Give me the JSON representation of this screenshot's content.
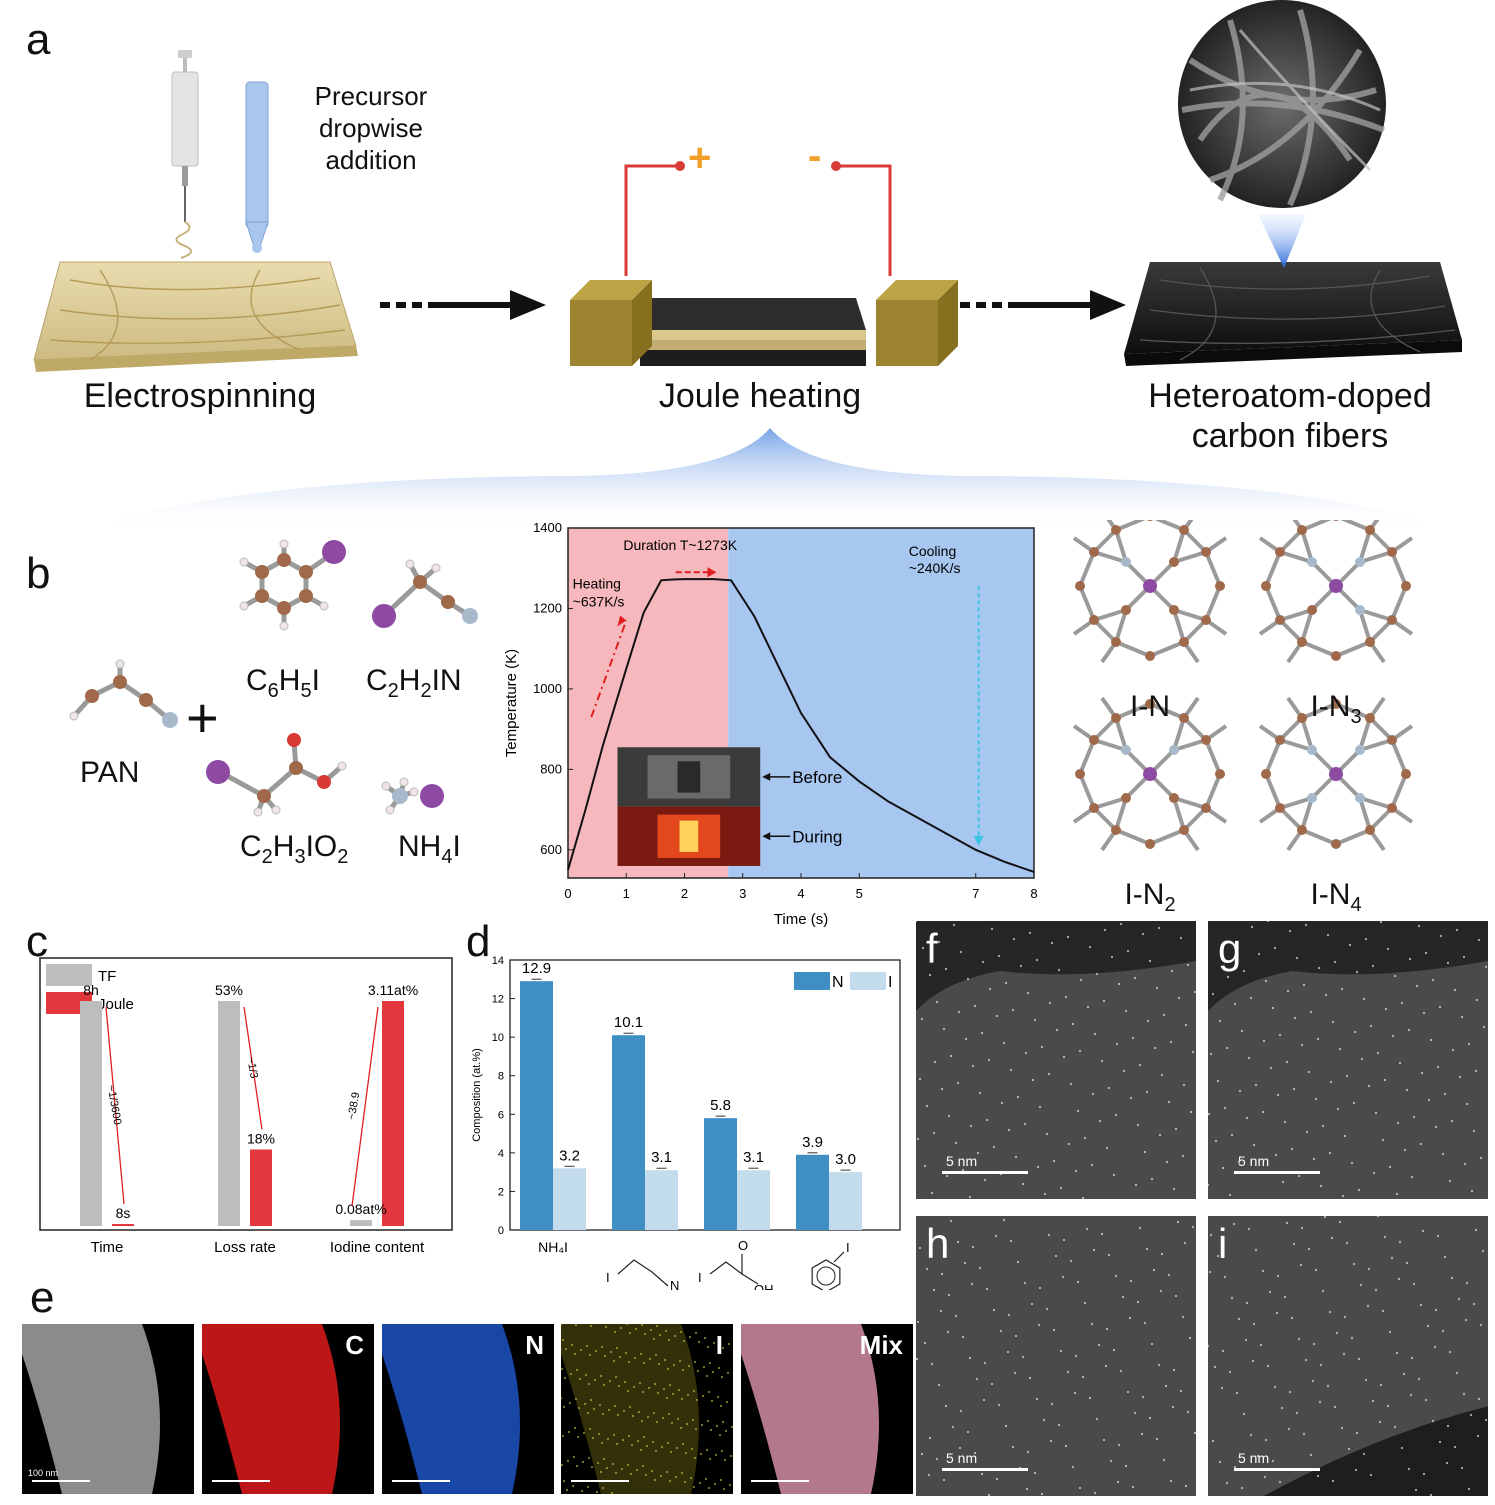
{
  "panel_a": {
    "label": "a",
    "precursor_note": [
      "Precursor",
      "dropwise",
      "addition"
    ],
    "stage1": "Electrospinning",
    "stage2": "Joule heating",
    "stage3": [
      "Heteroatom-doped",
      "carbon fibers"
    ],
    "plus": "+",
    "minus": "-"
  },
  "panel_b": {
    "label": "b",
    "pan_label": "PAN",
    "plus_sign": "+",
    "molecules": [
      "C6H5I",
      "C2H2IN",
      "C2H3IO2",
      "NH4I"
    ],
    "structures": [
      "I-N",
      "I-N3",
      "I-N2",
      "I-N4"
    ],
    "colors": {
      "carbon": "#a0694a",
      "iodine": "#8e4aa3",
      "nitrogen": "#a9b9cc",
      "bond": "#9a9a9a"
    }
  },
  "chart_b": {
    "type": "line",
    "xlabel": "Time (s)",
    "ylabel": "Temperature (K)",
    "xlim": [
      0,
      8
    ],
    "ylim": [
      530,
      1400
    ],
    "xticks": [
      "0",
      "1",
      "2",
      "3",
      "4",
      "5",
      "7",
      "8"
    ],
    "yticks": [
      "600",
      "800",
      "1000",
      "1200",
      "1400"
    ],
    "series": [
      {
        "x": [
          0,
          0.3,
          0.6,
          1.0,
          1.3,
          1.6,
          1.8,
          2.0,
          2.5,
          2.8,
          3.2,
          3.6,
          4.0,
          4.5,
          5.0,
          5.5,
          6.0,
          6.5,
          7.0,
          7.5,
          8.0
        ],
        "y": [
          550,
          700,
          860,
          1050,
          1190,
          1270,
          1272,
          1273,
          1273,
          1270,
          1180,
          1060,
          940,
          830,
          770,
          720,
          680,
          640,
          600,
          570,
          545
        ]
      }
    ],
    "annotations": {
      "heating": [
        "Heating",
        "~637K/s"
      ],
      "duration": "Duration T~1273K",
      "cooling": [
        "Cooling",
        "~240K/s"
      ],
      "before": "Before",
      "during": "During"
    },
    "colors": {
      "heating_bg": "#f6b8bc",
      "cooling_bg": "#a7c6f0",
      "arrow_heat": "#e02020",
      "arrow_cool": "#39c6e6"
    }
  },
  "panel_c": {
    "label": "c",
    "type": "bar",
    "legend": [
      "TF",
      "Joule"
    ],
    "categories": [
      "Time",
      "Loss rate",
      "Iodine content"
    ],
    "series": [
      {
        "name": "TF",
        "labels": [
          "8h",
          "53%",
          "0.08at%"
        ],
        "values": [
          1.0,
          1.0,
          0.026
        ]
      },
      {
        "name": "Joule",
        "labels": [
          "8s",
          "18%",
          "3.11at%"
        ],
        "values": [
          0.003,
          0.34,
          1.0
        ]
      }
    ],
    "ratios": [
      "~1/3600",
      "~1/3",
      "~38.9"
    ],
    "colors": {
      "TF": "#bdbdbd",
      "Joule": "#e2373d",
      "arrow": "#e02020"
    }
  },
  "panel_d": {
    "label": "d",
    "type": "bar",
    "ylabel": "Composition (at.%)",
    "ylim": [
      0,
      14
    ],
    "yticks": [
      "0",
      "2",
      "4",
      "6",
      "8",
      "10",
      "12",
      "14"
    ],
    "categories": [
      "NH4I",
      "iodoacetonitrile",
      "iodoacetic acid",
      "iodobenzene"
    ],
    "first_category_label": "NH₄I",
    "legend": [
      "N",
      "I"
    ],
    "series": [
      {
        "name": "N",
        "values": [
          12.9,
          10.1,
          5.8,
          3.9
        ],
        "labels": [
          "12.9",
          "10.1",
          "5.8",
          "3.9"
        ]
      },
      {
        "name": "I",
        "values": [
          3.2,
          3.1,
          3.1,
          3.0
        ],
        "labels": [
          "3.2",
          "3.1",
          "3.1",
          "3.0"
        ]
      }
    ],
    "struct_letters": {
      "I": "I",
      "N": "N",
      "O": "O",
      "OH": "OH"
    },
    "colors": {
      "N": "#3f8fc4",
      "I": "#c3dcec"
    }
  },
  "panel_e": {
    "label": "e",
    "tiles": [
      "",
      "C",
      "N",
      "I",
      "Mix"
    ],
    "scale_text": "100 nm",
    "colors": [
      "#9a9a9a",
      "#d01818",
      "#1c4fb8",
      "#8c8a18",
      "#c7859a"
    ]
  },
  "panel_stem": {
    "labels": [
      "f",
      "g",
      "h",
      "i"
    ],
    "scale_text": "5 nm"
  }
}
